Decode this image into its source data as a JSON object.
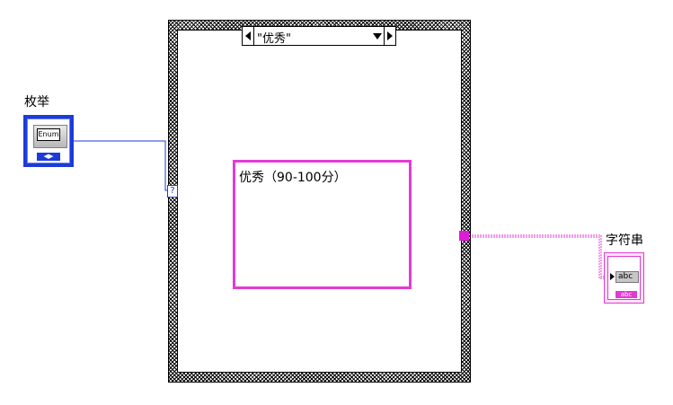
{
  "case_structure": {
    "selector_label": "\"优秀\"",
    "selector_terminal_glyph": "?",
    "case_string_constant": "优秀（90-100分）"
  },
  "enum_control": {
    "label": "枚举",
    "tag_text": "Enum",
    "increment_glyph": "◀▶",
    "color": "#1c3bd9"
  },
  "string_indicator": {
    "label": "字符串",
    "display_text": "abc",
    "bottom_tag": "abc",
    "color": "#e23bd3"
  },
  "icons": {
    "decrement": "triangle-left-icon",
    "increment": "triangle-right-icon",
    "dropdown": "triangle-down-icon"
  }
}
